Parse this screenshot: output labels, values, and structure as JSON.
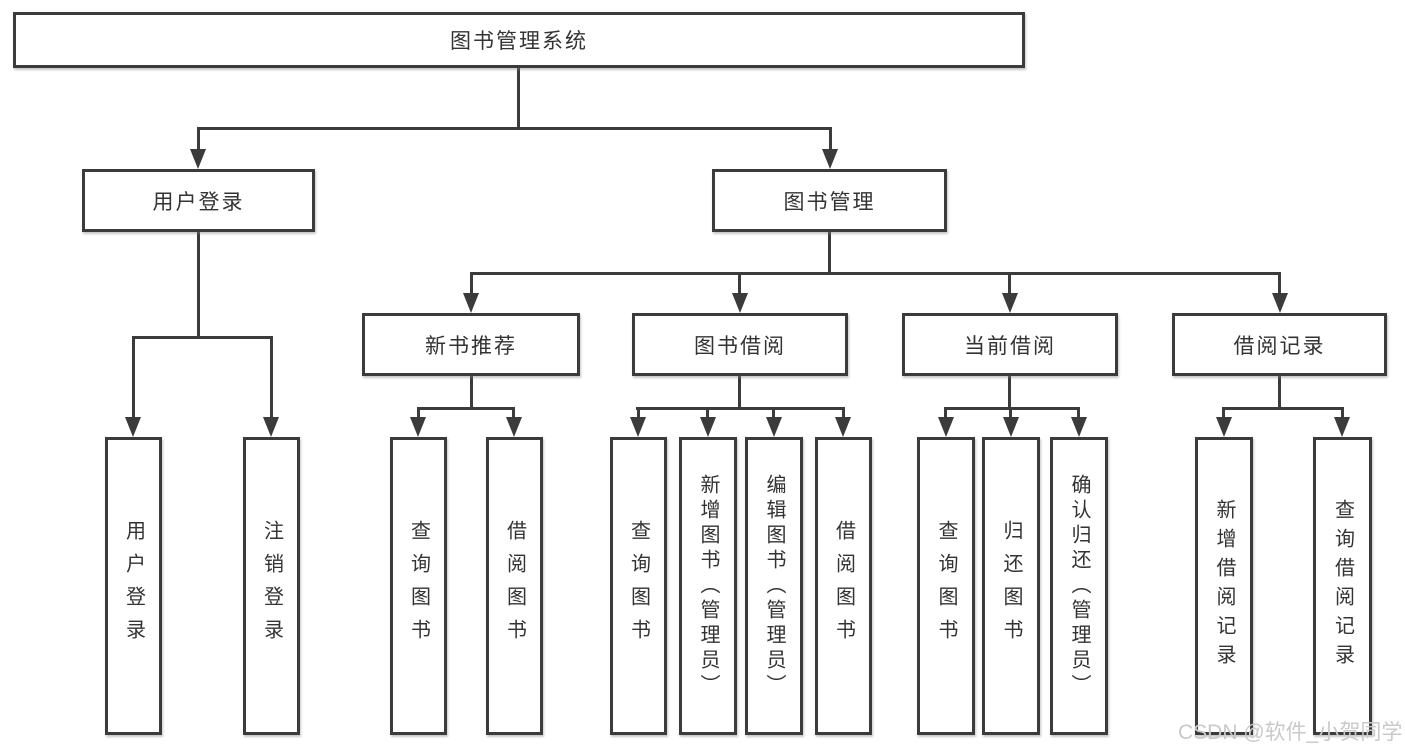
{
  "nodes": {
    "root": {
      "label": "图书管理系统"
    },
    "user_login": {
      "label": "用户登录"
    },
    "book_mgmt": {
      "label": "图书管理"
    },
    "leaf_user_login": {
      "label": "用户登录"
    },
    "leaf_logout": {
      "label": "注销登录"
    },
    "new_book": {
      "label": "新书推荐"
    },
    "borrowing": {
      "label": "图书借阅"
    },
    "current": {
      "label": "当前借阅"
    },
    "records": {
      "label": "借阅记录"
    },
    "nb_query": {
      "label": "查询图书"
    },
    "nb_borrow": {
      "label": "借阅图书"
    },
    "bb_query": {
      "label": "查询图书"
    },
    "bb_add": {
      "label": "新增图书（管理员）"
    },
    "bb_edit": {
      "label": "编辑图书（管理员）"
    },
    "bb_borrow": {
      "label": "借阅图书"
    },
    "cb_query": {
      "label": "查询图书"
    },
    "cb_return": {
      "label": "归还图书"
    },
    "cb_confirm": {
      "label": "确认归还（管理员）"
    },
    "br_add": {
      "label": "新增借阅记录"
    },
    "br_query": {
      "label": "查询借阅记录"
    }
  },
  "hierarchy": {
    "图书管理系统": {
      "用户登录": [
        "用户登录",
        "注销登录"
      ],
      "图书管理": {
        "新书推荐": [
          "查询图书",
          "借阅图书"
        ],
        "图书借阅": [
          "查询图书",
          "新增图书（管理员）",
          "编辑图书（管理员）",
          "借阅图书"
        ],
        "当前借阅": [
          "查询图书",
          "归还图书",
          "确认归还（管理员）"
        ],
        "借阅记录": [
          "新增借阅记录",
          "查询借阅记录"
        ]
      }
    }
  },
  "watermark": {
    "text": "CSDN @软件_小贺同学"
  },
  "colors": {
    "line": "#3b3b3b",
    "text": "#333333",
    "background": "#ffffff",
    "watermark": "#c9c9c9"
  }
}
